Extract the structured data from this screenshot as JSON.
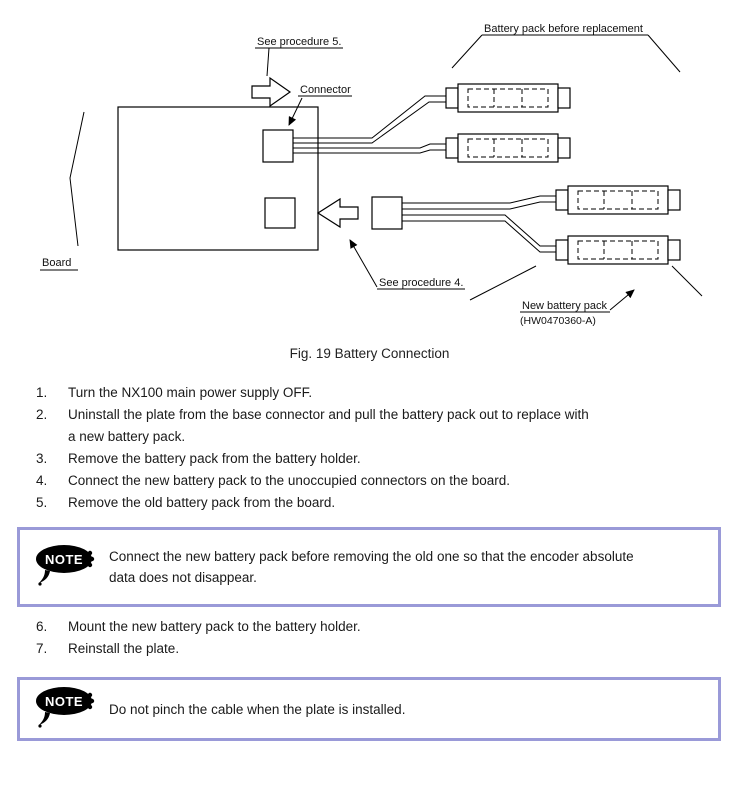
{
  "diagram": {
    "labels": {
      "see_procedure_5": "See procedure 5.",
      "connector": "Connector",
      "battery_pack_before_replacement": "Battery pack before replacement",
      "board": "Board",
      "see_procedure_4": "See procedure 4.",
      "new_battery_pack": "New battery pack",
      "part_number": "(HW0470360-A)"
    }
  },
  "figure_caption": "Fig. 19  Battery Connection",
  "steps_part1": [
    {
      "num": "1.",
      "text": "Turn the NX100 main power supply OFF."
    },
    {
      "num": "2.",
      "text": "Uninstall the plate from the base connector and pull the battery pack out to replace with\na new battery pack."
    },
    {
      "num": "3.",
      "text": "Remove the battery pack from the battery holder."
    },
    {
      "num": "4.",
      "text": "Connect the new battery pack to the unoccupied connectors on the board."
    },
    {
      "num": "5.",
      "text": "Remove the old battery pack from the board."
    }
  ],
  "notes": [
    {
      "badge": "NOTE",
      "text": "Connect the new battery pack before removing the old one so that the encoder absolute\ndata does not disappear."
    },
    {
      "badge": "NOTE",
      "text": "Do not pinch the cable when the plate is installed."
    }
  ],
  "steps_part2": [
    {
      "num": "6.",
      "text": "Mount the new battery pack to the battery holder."
    },
    {
      "num": "7.",
      "text": "Reinstall the plate."
    }
  ],
  "colors": {
    "note_border": "#9a9ad8",
    "note_badge_bg": "#000000",
    "line": "#000000"
  }
}
